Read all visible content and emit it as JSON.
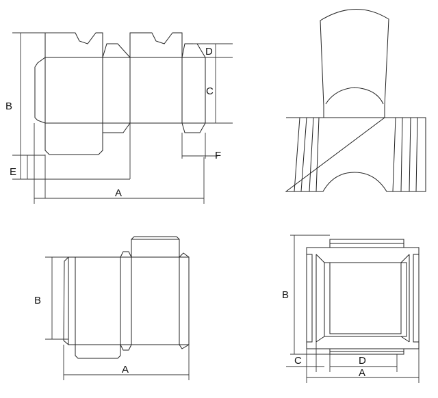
{
  "diagrams": [
    {
      "id": "tray-box-dieline",
      "labels": {
        "a": "A",
        "b": "B",
        "c": "C",
        "d": "D",
        "e": "E",
        "f": "F"
      }
    },
    {
      "id": "hanger-box-dieline",
      "labels": {}
    },
    {
      "id": "sleeve-box-dieline",
      "labels": {
        "a": "A",
        "b": "B"
      }
    },
    {
      "id": "square-tray-dieline",
      "labels": {
        "a": "A",
        "b": "B",
        "c": "C",
        "d": "D"
      }
    }
  ],
  "colors": {
    "line": "#222222",
    "background": "#ffffff"
  }
}
